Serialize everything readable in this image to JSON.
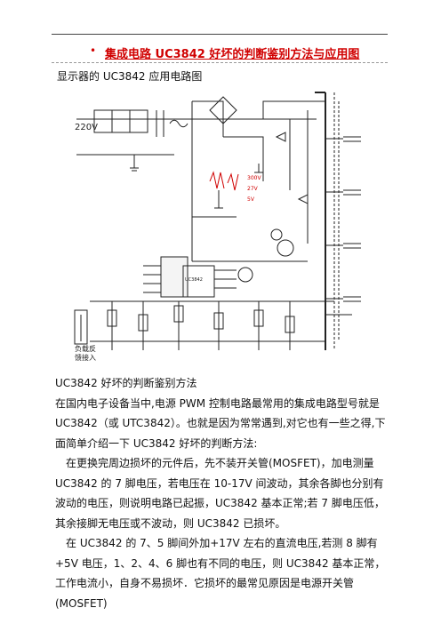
{
  "header": {
    "bullet": "•",
    "title": "集成电路 UC3842 好坏的判断鉴别方法与应用图"
  },
  "figure": {
    "caption": "显示器的 UC3842 应用电路图",
    "voltage_label": "220V",
    "note_label_line1": "负载反",
    "note_label_line2": "馈接入",
    "ic_label": "UC3842",
    "waveform_labels": [
      "300V",
      "27V",
      "5V"
    ],
    "accent_color": "#d00000"
  },
  "article": {
    "heading": "UC3842 好坏的判断鉴别方法",
    "p1": "在国内电子设备当中,电源 PWM 控制电路最常用的集成电路型号就是 UC3842（或 UTC3842）。也就是因为常常遇到,对它也有一些之得,下面简单介绍一下 UC3842 好坏的判断方法:",
    "p2": "在更换完周边损坏的元件后，先不装开关管(MOSFET)，加电测量 UC3842 的 7 脚电压，若电压在 10-17V 间波动，其余各脚也分别有波动的电压，则说明电路已起振，UC3842 基本正常;若 7 脚电压低，其余接脚无电压或不波动，则 UC3842 已损坏。",
    "p3": "在 UC3842 的 7、5 脚间外加+17V 左右的直流电压,若测 8 脚有+5V 电压，1、2、4、6 脚也有不同的电压，则 UC3842 基本正常，工作电流小，自身不易损坏．它损坏的最常见原因是电源开关管(MOSFET)"
  }
}
